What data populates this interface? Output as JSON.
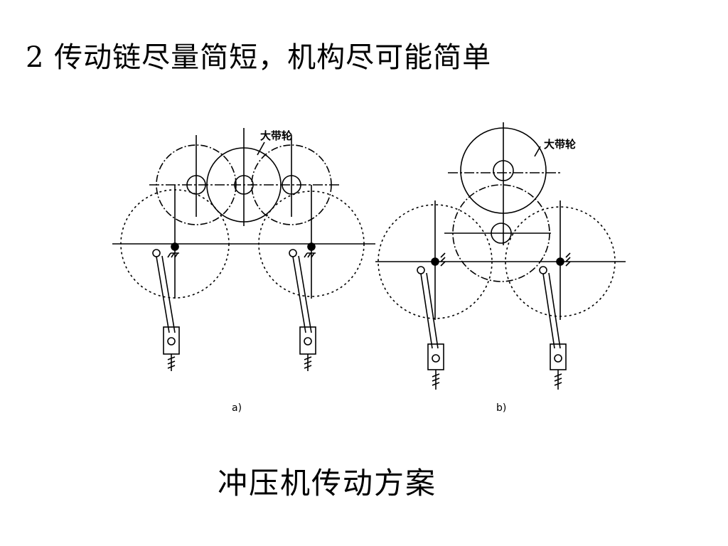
{
  "slide": {
    "title": "2  传动链尽量简短，机构尽可能简单",
    "caption": "冲压机传动方案"
  },
  "diagram": {
    "label_big_pulley": "大带轮",
    "label_a": "a)",
    "label_b": "b)"
  }
}
